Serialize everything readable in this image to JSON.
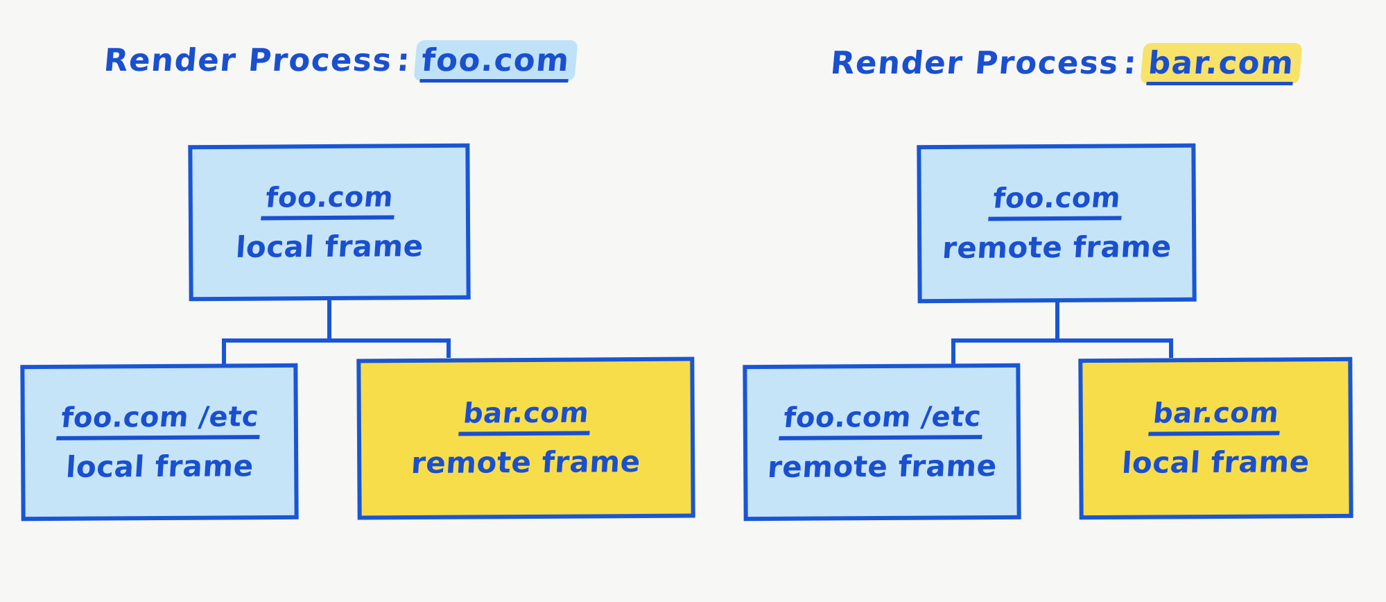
{
  "page": {
    "background_color": "#f7f7f5",
    "ink_color": "#1a4fd0",
    "border_color": "#1a56d4",
    "blue_fill": "#c5e4f8",
    "yellow_fill": "#f7dd4a",
    "blue_highlight": "#bfe2f8",
    "yellow_highlight": "#f8e26a"
  },
  "diagrams": [
    {
      "id": "left",
      "heading": {
        "lead": "Render Process",
        "separator": ":",
        "process_name": "foo.com",
        "highlight": "blue"
      },
      "root": {
        "origin": "foo.com",
        "kind": "local frame",
        "fill": "blue"
      },
      "children": [
        {
          "origin": "foo.com /etc",
          "kind": "local frame",
          "fill": "blue"
        },
        {
          "origin": "bar.com",
          "kind": "remote frame",
          "fill": "yellow"
        }
      ]
    },
    {
      "id": "right",
      "heading": {
        "lead": "Render Process",
        "separator": ":",
        "process_name": "bar.com",
        "highlight": "yellow"
      },
      "root": {
        "origin": "foo.com",
        "kind": "remote frame",
        "fill": "blue"
      },
      "children": [
        {
          "origin": "foo.com /etc",
          "kind": "remote frame",
          "fill": "blue"
        },
        {
          "origin": "bar.com",
          "kind": "local frame",
          "fill": "yellow"
        }
      ]
    }
  ]
}
